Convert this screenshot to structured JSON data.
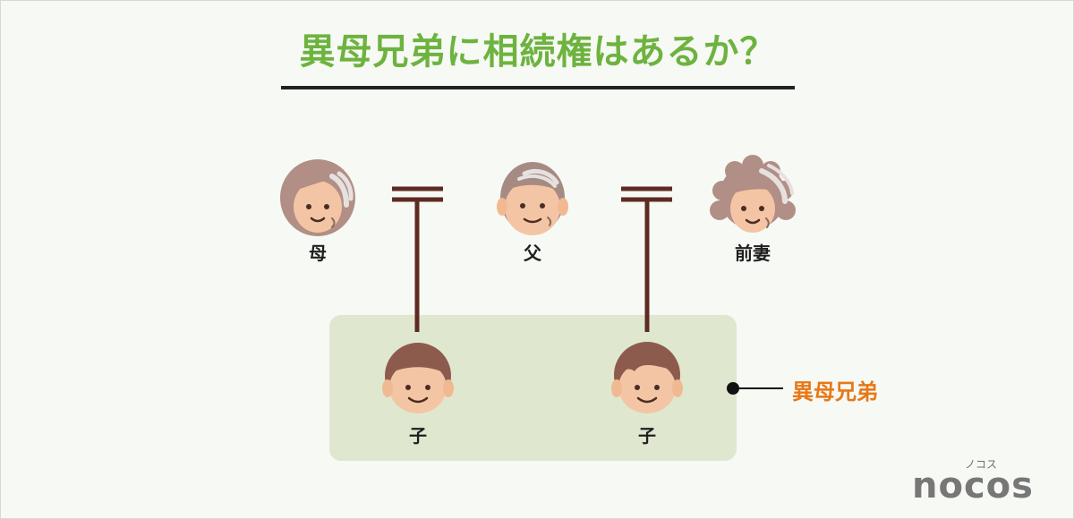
{
  "title": "異母兄弟に相続権はあるか？",
  "people": {
    "mother": "母",
    "father": "父",
    "former_wife": "前妻",
    "child_left": "子",
    "child_right": "子"
  },
  "callout": {
    "label": "異母兄弟"
  },
  "brand": {
    "kana": "ノコス",
    "name": "nocos"
  },
  "colors": {
    "background": "#f7f9f4",
    "title_green": "#6db33f",
    "relationship_brown": "#5e2b22",
    "sibling_box": "#dfe8cf",
    "callout_orange": "#e77817"
  },
  "icons": {
    "mother": "woman-face-icon",
    "father": "man-face-icon",
    "former_wife": "curly-hair-woman-face-icon",
    "child_left": "boy-face-icon",
    "child_right": "boy-face-icon",
    "marriage": "marriage-double-line-icon",
    "callout_dot": "filled-dot-icon"
  }
}
